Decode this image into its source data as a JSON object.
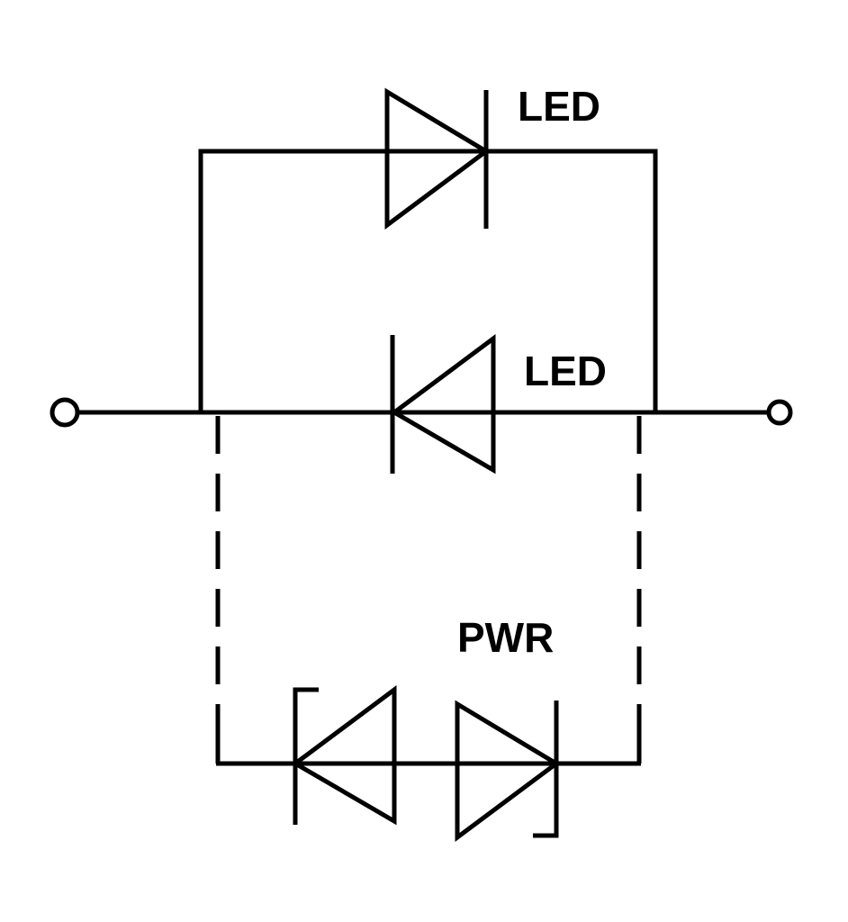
{
  "labels": {
    "led_top": "LED",
    "led_bottom": "LED",
    "pwr": "PWR"
  },
  "colors": {
    "line": "#000000",
    "background": "#ffffff"
  }
}
